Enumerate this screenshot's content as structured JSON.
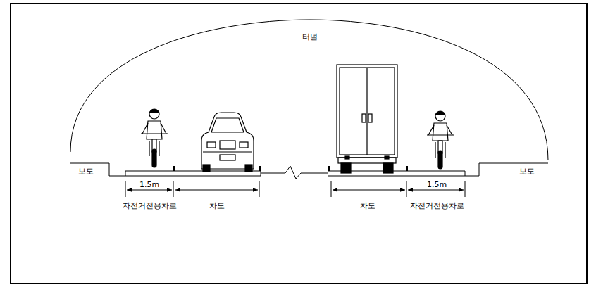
{
  "diagram": {
    "labels": [
      "터널",
      "보도",
      "보도",
      "1.5m",
      "1.5m",
      "자전거전용차로",
      "차도",
      "차도",
      "자전거전용차로"
    ]
  }
}
